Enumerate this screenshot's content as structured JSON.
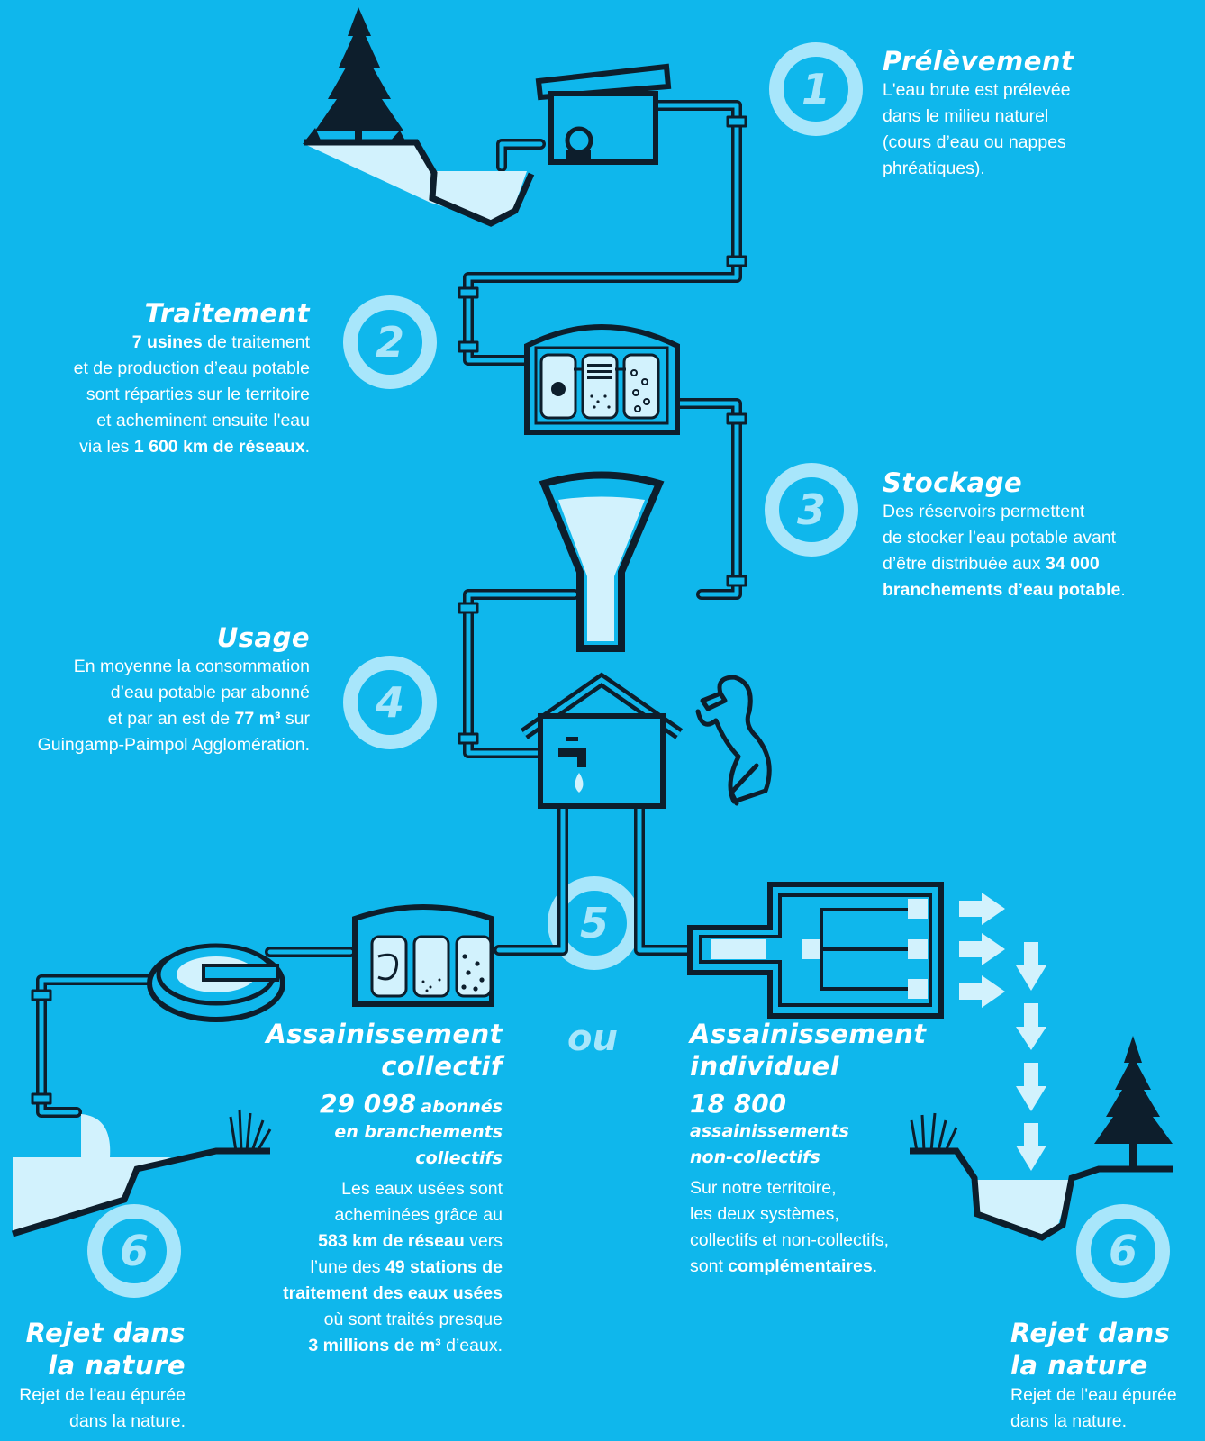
{
  "palette": {
    "background": "#0fb7ec",
    "ink": "#0d1e2c",
    "pale": "#a8e6fb",
    "water": "#d2f2fd",
    "text": "#ffffff"
  },
  "steps": {
    "s1": {
      "number": "1",
      "title": "Prélèvement",
      "body": [
        "L'eau brute est prélevée",
        "dans le milieu naturel",
        "(cours d’eau ou nappes",
        "phréatiques)."
      ]
    },
    "s2": {
      "number": "2",
      "title": "Traitement",
      "l1_bold": "7 usines",
      "l1_rest": " de traitement",
      "l2": "et de production d’eau potable",
      "l3": "sont réparties sur le territoire",
      "l4": "et acheminent ensuite l'eau",
      "l5_pre": "via les ",
      "l5_bold": "1 600 km de réseaux",
      "l5_post": "."
    },
    "s3": {
      "number": "3",
      "title": "Stockage",
      "l1": "Des réservoirs permettent",
      "l2": "de stocker l’eau potable avant",
      "l3_pre": "d’être distribuée aux ",
      "l3_bold": "34 000",
      "l4_bold": "branchements d’eau potable",
      "l4_post": "."
    },
    "s4": {
      "number": "4",
      "title": "Usage",
      "l1": "En moyenne la consommation",
      "l2": "d’eau potable par abonné",
      "l3_pre": "et par an est de ",
      "l3_bold": "77 m³",
      "l3_post": " sur",
      "l4": "Guingamp-Paimpol Agglomération."
    },
    "s5": {
      "number": "5",
      "or": "ou"
    },
    "collectif": {
      "title1": "Assainissement",
      "title2": "collectif",
      "stat_num": "29 098",
      "stat_sub1": "abonnés",
      "stat_sub2": "en branchements",
      "stat_sub3": "collectifs",
      "l1": "Les eaux usées sont",
      "l2": "acheminées grâce au",
      "l3_bold": "583 km de réseau",
      "l3_post": " vers",
      "l4_pre": "l’une des ",
      "l4_bold": "49 stations de",
      "l5_bold": "traitement des eaux usées",
      "l6": "où sont traités presque",
      "l7_bold": "3 millions de m³",
      "l7_post": " d’eaux."
    },
    "individuel": {
      "title1": "Assainissement",
      "title2": "individuel",
      "stat_num": "18 800",
      "stat_sub1": "assainissements",
      "stat_sub2": "non-collectifs",
      "l1": "Sur notre territoire,",
      "l2": "les deux systèmes,",
      "l3": "collectifs et non-collectifs,",
      "l4_pre": "sont ",
      "l4_bold": "complémentaires",
      "l4_post": "."
    },
    "s6": {
      "number": "6",
      "title1": "Rejet dans",
      "title2": "la nature",
      "l1": "Rejet de l'eau épurée",
      "l2": "dans la nature."
    }
  },
  "icons": [
    "fir-tree-icon",
    "pump-house-icon",
    "treatment-plant-icon",
    "water-tower-icon",
    "house-tap-icon",
    "drinking-man-icon",
    "wastewater-station-icon",
    "clarifier-icon",
    "septic-tank-icon",
    "flow-arrow-icon",
    "grass-icon"
  ]
}
